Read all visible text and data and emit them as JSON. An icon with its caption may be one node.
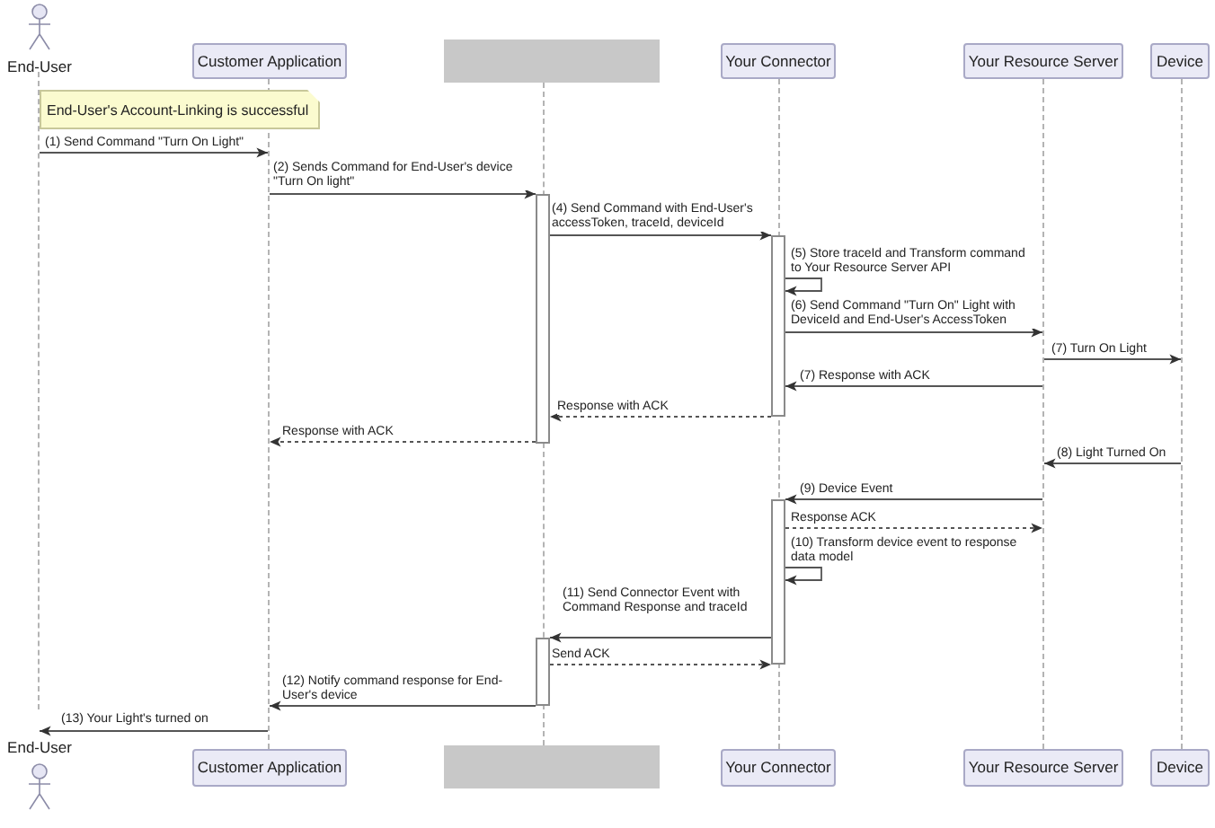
{
  "diagram": {
    "nodes": [
      {
        "text": [
          "End-User"
        ]
      },
      {
        "text": [
          "Customer Application"
        ]
      },
      {
        "text": [],
        "shape": "box"
      },
      {
        "text": [
          "Your Connector"
        ]
      },
      {
        "text": [
          "Your Resource Server"
        ]
      },
      {
        "text": [
          "Device"
        ]
      },
      {
        "text": [
          "End-User's Account-Linking is successful"
        ]
      },
      {
        "text": [],
        "shape": "line"
      },
      {
        "text": [],
        "shape": "line"
      },
      {
        "text": [],
        "shape": "line"
      },
      {
        "text": [],
        "shape": "line"
      },
      {
        "text": [],
        "shape": "line"
      },
      {
        "text": [],
        "shape": "line"
      },
      {
        "text": [],
        "shape": "bar"
      },
      {
        "text": [],
        "shape": "bar"
      },
      {
        "text": [],
        "shape": "bar"
      },
      {
        "text": [],
        "shape": "bar"
      },
      {
        "text": [
          "End-User"
        ]
      },
      {
        "text": [
          "Customer Application"
        ]
      },
      {
        "text": [],
        "shape": "box"
      },
      {
        "text": [
          "Your Connector"
        ]
      },
      {
        "text": [
          "Your Resource Server"
        ]
      },
      {
        "text": [
          "Device"
        ]
      }
    ],
    "edges": [
      {
        "from": 7,
        "to": 8,
        "arrow": "to",
        "label": "(1) Send Command \"Turn On Light\""
      },
      {
        "from": 8,
        "to": 13,
        "arrow": "to",
        "label": "(2) Sends Command for End-User's device \"Turn On light\""
      },
      {
        "from": 13,
        "to": 14,
        "arrow": "to",
        "label": "(4) Send Command with End-User's accessToken, traceId, deviceId"
      },
      {
        "from": 14,
        "to": 14,
        "arrow": "to",
        "label": "(5) Store traceId and Transform command to Your Resource Server API"
      },
      {
        "from": 14,
        "to": 11,
        "arrow": "to",
        "label": "(6) Send Command \"Turn On\" Light with DeviceId and End-User's AccessToken"
      },
      {
        "from": 11,
        "to": 12,
        "arrow": "to",
        "label": "(7) Turn On Light"
      },
      {
        "from": 11,
        "to": 14,
        "arrow": "to",
        "label": "(7) Response with ACK"
      },
      {
        "from": 14,
        "to": 13,
        "arrow": "to",
        "label": "Response with ACK",
        "style": "dashed"
      },
      {
        "from": 13,
        "to": 8,
        "arrow": "to",
        "label": "Response with ACK",
        "style": "dashed"
      },
      {
        "from": 12,
        "to": 11,
        "arrow": "to",
        "label": "(8) Light Turned On"
      },
      {
        "from": 11,
        "to": 15,
        "arrow": "to",
        "label": "(9) Device Event"
      },
      {
        "from": 15,
        "to": 11,
        "arrow": "to",
        "label": "Response ACK",
        "style": "dashed"
      },
      {
        "from": 15,
        "to": 15,
        "arrow": "to",
        "label": "(10) Transform device event to response data model"
      },
      {
        "from": 15,
        "to": 16,
        "arrow": "to",
        "label": "(11) Send Connector Event with Command Response and traceId"
      },
      {
        "from": 16,
        "to": 15,
        "arrow": "to",
        "label": "Send ACK",
        "style": "dashed"
      },
      {
        "from": 16,
        "to": 8,
        "arrow": "to",
        "label": "(12) Notify command response for End-User's device"
      },
      {
        "from": 8,
        "to": 7,
        "arrow": "to",
        "label": "(13) Your Light's turned on"
      }
    ]
  }
}
